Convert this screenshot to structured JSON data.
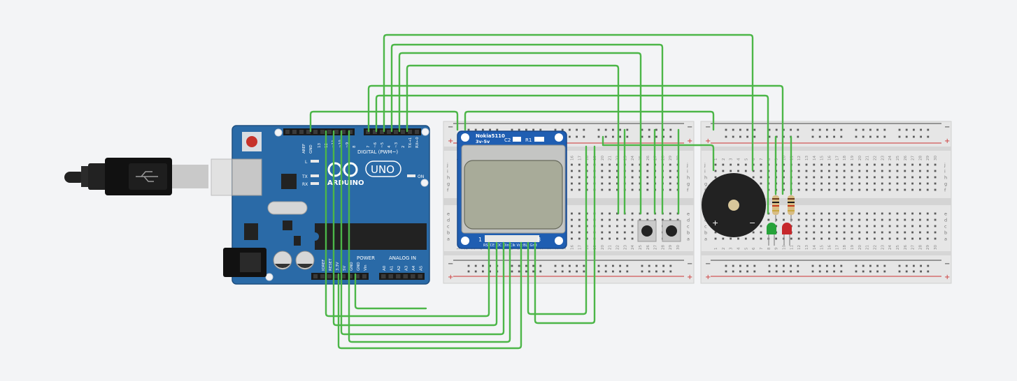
{
  "arduino": {
    "logo": "ARDUINO",
    "model": "UNO",
    "digital_header": "DIGITAL (PWM~)",
    "power_header": "POWER",
    "analog_header": "ANALOG IN",
    "on_label": "ON",
    "led_l": "L",
    "led_tx": "TX",
    "led_rx": "RX",
    "pin_aref": "AREF",
    "pin_gnd": "GND",
    "digital_pins": [
      "13",
      "12",
      "~11",
      "~10",
      "~9",
      "8",
      "7",
      "~6",
      "~5",
      "4",
      "~3",
      "2",
      "TX→1",
      "RX←0"
    ],
    "power_pins": [
      "IOREF",
      "RESET",
      "3.3V",
      "5V",
      "GND",
      "GND",
      "Vin"
    ],
    "analog_pins": [
      "A0",
      "A1",
      "A2",
      "A3",
      "A4",
      "A5"
    ]
  },
  "lcd": {
    "title": "Nokia5110",
    "voltage": "3v-5v",
    "c2": "C2",
    "r1": "R1",
    "pin_one": "1",
    "pin_eight": "8",
    "pins": [
      "RST",
      "CE",
      "DC",
      "Din",
      "Clk",
      "Vcc",
      "BL",
      "Gnd"
    ]
  },
  "breadboard": {
    "rows_top": [
      "j",
      "i",
      "h",
      "g",
      "f"
    ],
    "rows_bottom": [
      "e",
      "d",
      "c",
      "b",
      "a"
    ],
    "columns": [
      "1",
      "2",
      "3",
      "4",
      "5",
      "6",
      "7",
      "8",
      "9",
      "10",
      "11",
      "12",
      "13",
      "14",
      "15",
      "16",
      "17",
      "18",
      "19",
      "20",
      "21",
      "22",
      "23",
      "24",
      "25",
      "26",
      "27",
      "28",
      "29",
      "30"
    ],
    "plus": "+",
    "minus": "−"
  },
  "buzzer": {
    "plus": "+",
    "minus": "−"
  },
  "colors": {
    "wire": "#4cb648",
    "board": "#2a6aa7",
    "led_green": "#27a33a",
    "led_red": "#c6272b"
  }
}
